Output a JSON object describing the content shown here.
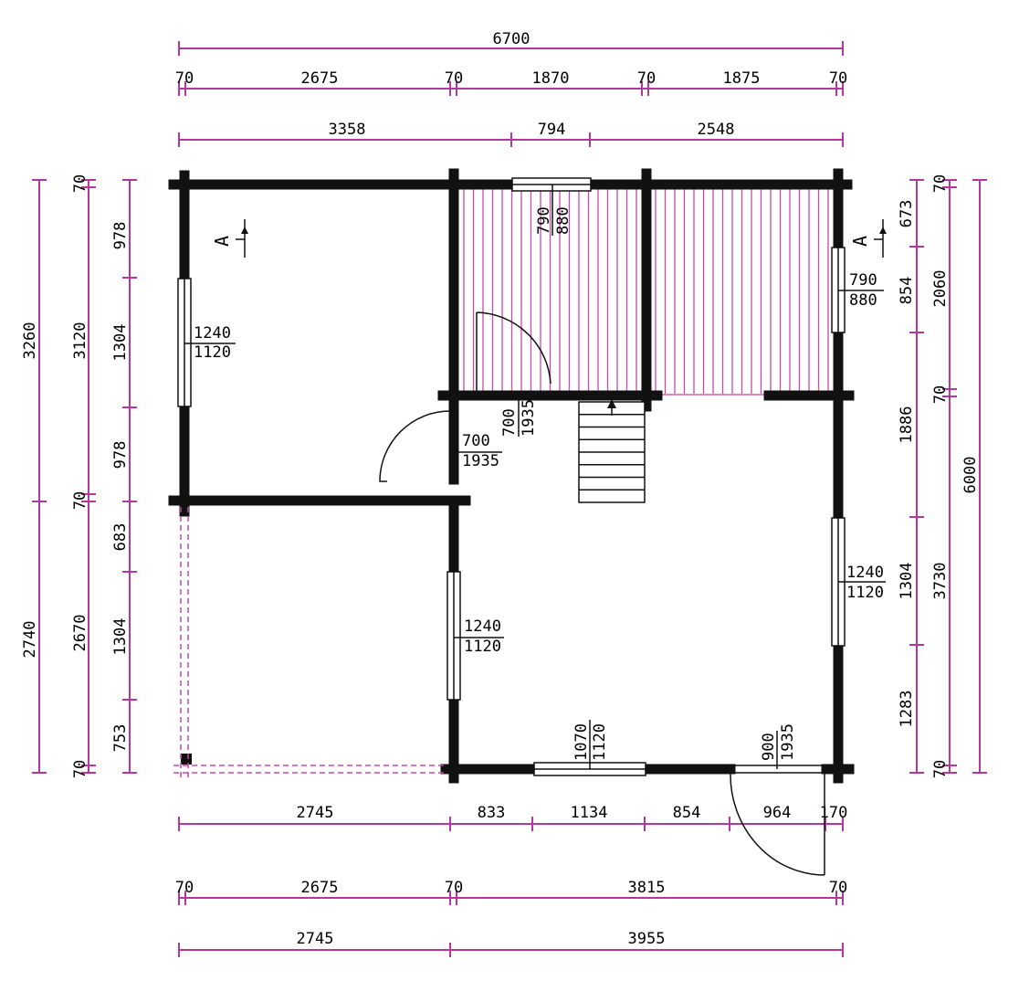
{
  "dimensions": {
    "top_total": "6700",
    "top_row1": [
      "70",
      "2675",
      "70",
      "1870",
      "70",
      "1875",
      "70"
    ],
    "top_row2": [
      "3358",
      "794",
      "2548"
    ],
    "bottom_row1": [
      "2745",
      "833",
      "1134",
      "854",
      "964",
      "170"
    ],
    "bottom_row2": [
      "70",
      "2675",
      "70",
      "3815",
      "70"
    ],
    "bottom_row3": [
      "2745",
      "3955"
    ],
    "left_outer": [
      "3260",
      "2740"
    ],
    "left_mid": [
      "70",
      "3120",
      "70",
      "2670",
      "70"
    ],
    "left_inner": [
      "978",
      "1304",
      "978",
      "683",
      "1304",
      "753"
    ],
    "right_inner": [
      "673",
      "854",
      "1886",
      "1304",
      "1283"
    ],
    "right_mid": [
      "70",
      "2060",
      "70",
      "3730",
      "70"
    ],
    "right_outer": [
      "6000"
    ]
  },
  "openings": {
    "window_left": [
      "1240",
      "1120"
    ],
    "window_top": [
      "790",
      "880"
    ],
    "window_right_top": [
      "790",
      "880"
    ],
    "door_inner": [
      "700",
      "1935"
    ],
    "door_room": [
      "700",
      "1935"
    ],
    "window_center": [
      "1240",
      "1120"
    ],
    "window_right_bottom": [
      "1240",
      "1120"
    ],
    "window_bottom": [
      "1070",
      "1120"
    ],
    "door_entry": [
      "900",
      "1935"
    ]
  },
  "section_marks": [
    "A",
    "A"
  ],
  "colors": {
    "dimension": "#b5379b",
    "wall": "#111111"
  }
}
